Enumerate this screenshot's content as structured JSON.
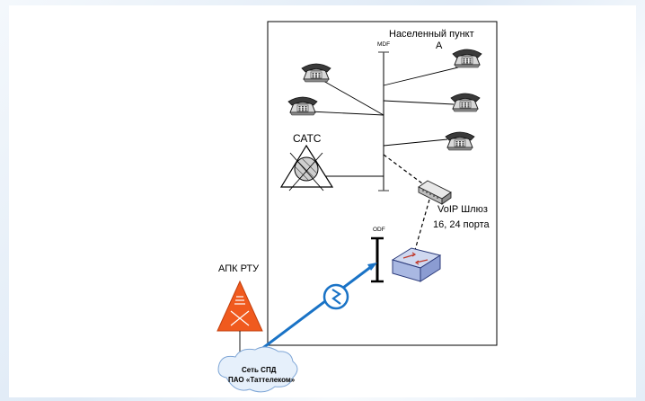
{
  "settlement": {
    "name_line1": "Населенный пункт",
    "name_line2": "А"
  },
  "mdf_label": "MDF",
  "odf_label": "ODF",
  "pbx_label": "САТС",
  "gateway": {
    "line1": "VoIP Шлюз",
    "line2": "16, 24 порта"
  },
  "apk_label": "АПК РТУ",
  "cloud": {
    "line1": "Сеть СПД",
    "line2": "ПАО «Таттелеком»"
  },
  "icons": [
    "telephone-icon",
    "pbx-icon",
    "gateway-icon",
    "switch-icon",
    "optical-modem-icon",
    "apk-rtu-icon",
    "cloud-icon"
  ],
  "colors": {
    "link_blue": "#1a73c6",
    "apk_orange": "#f05a1e",
    "switch_fill": "#b9c6ea"
  }
}
